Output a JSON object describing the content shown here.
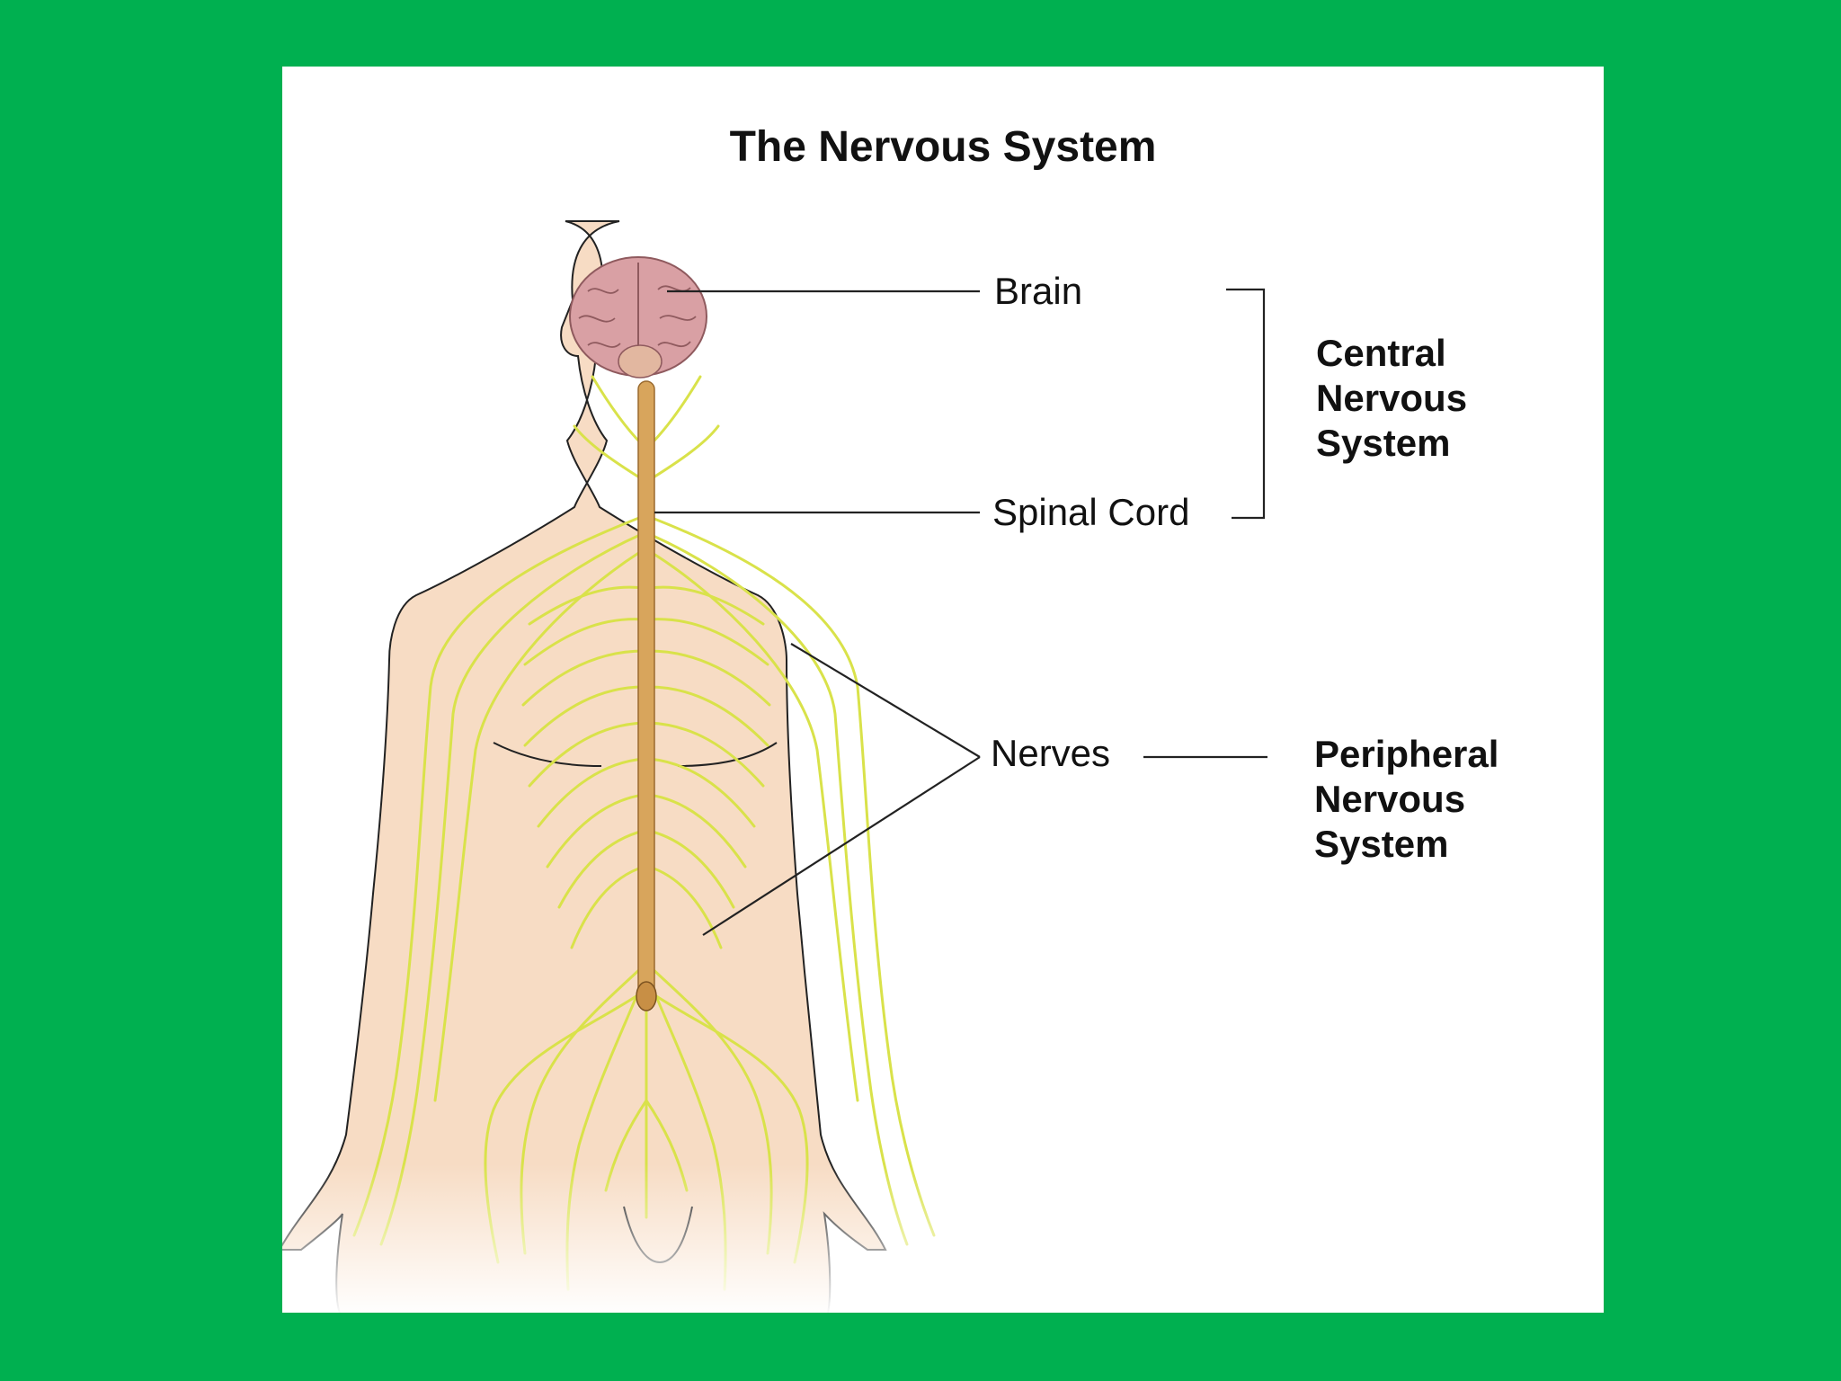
{
  "colors": {
    "background": "#00b050",
    "panel": "#ffffff",
    "skin": "#f7dcc4",
    "nerve": "#d9e24a",
    "brain": "#d9a0a4",
    "spinal_cord": "#d8a55c",
    "text": "#111111"
  },
  "title": "The Nervous System",
  "labels": {
    "brain": "Brain",
    "spinal_cord": "Spinal Cord",
    "nerves": "Nerves"
  },
  "groups": {
    "central": [
      "Central",
      "Nervous",
      "System"
    ],
    "peripheral": [
      "Peripheral",
      "Nervous",
      "System"
    ]
  }
}
